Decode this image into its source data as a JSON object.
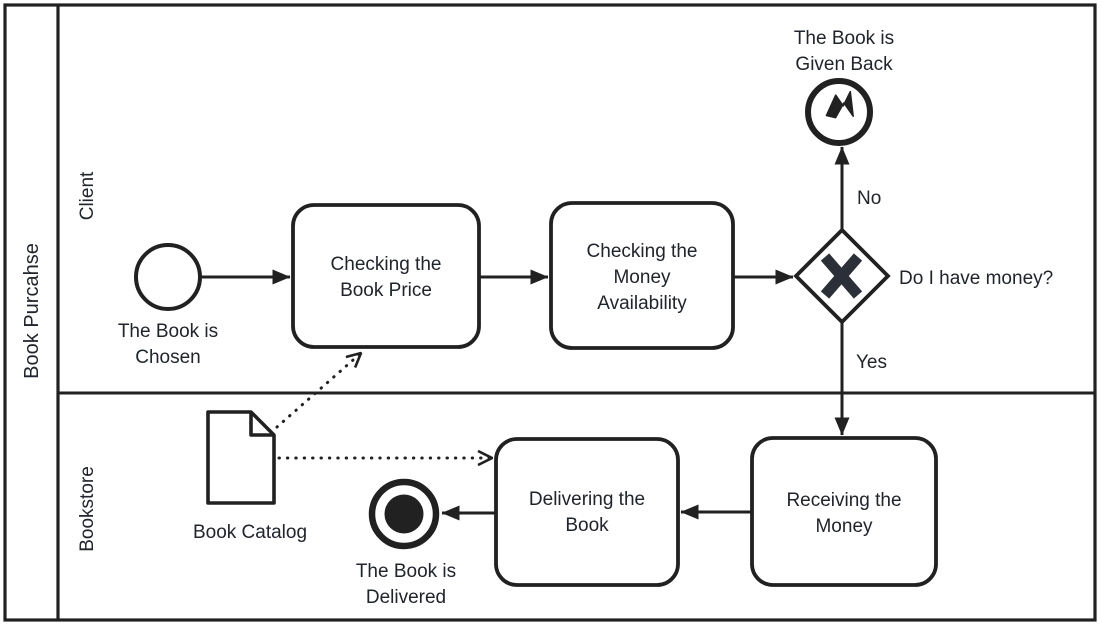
{
  "pool": {
    "title": "Book Purcahse",
    "lanes": [
      {
        "label": "Client"
      },
      {
        "label": "Bookstore"
      }
    ]
  },
  "events": {
    "start": {
      "line1": "The Book is",
      "line2": "Chosen"
    },
    "error_end": {
      "line1": "The Book is",
      "line2": "Given Back"
    },
    "terminate_end": {
      "line1": "The Book is",
      "line2": "Delivered"
    }
  },
  "tasks": {
    "check_price": {
      "line1": "Checking the",
      "line2": "Book Price"
    },
    "check_money": {
      "line1": "Checking the",
      "line2": "Money",
      "line3": "Availability"
    },
    "receive_money": {
      "line1": "Receiving the",
      "line2": "Money"
    },
    "deliver_book": {
      "line1": "Delivering the",
      "line2": "Book"
    }
  },
  "gateway": {
    "question": "Do I have money?",
    "branch_no": "No",
    "branch_yes": "Yes"
  },
  "data_object": {
    "label": "Book Catalog"
  },
  "icons": {
    "gateway_marker": "x-exclusive-icon",
    "error_end_marker": "lightning-bolt-icon",
    "terminate_end_marker": "filled-circle-icon",
    "data_object_marker": "document-folded-corner-icon"
  },
  "colors": {
    "stroke": "#212121",
    "text": "#20242c",
    "background": "#ffffff"
  }
}
